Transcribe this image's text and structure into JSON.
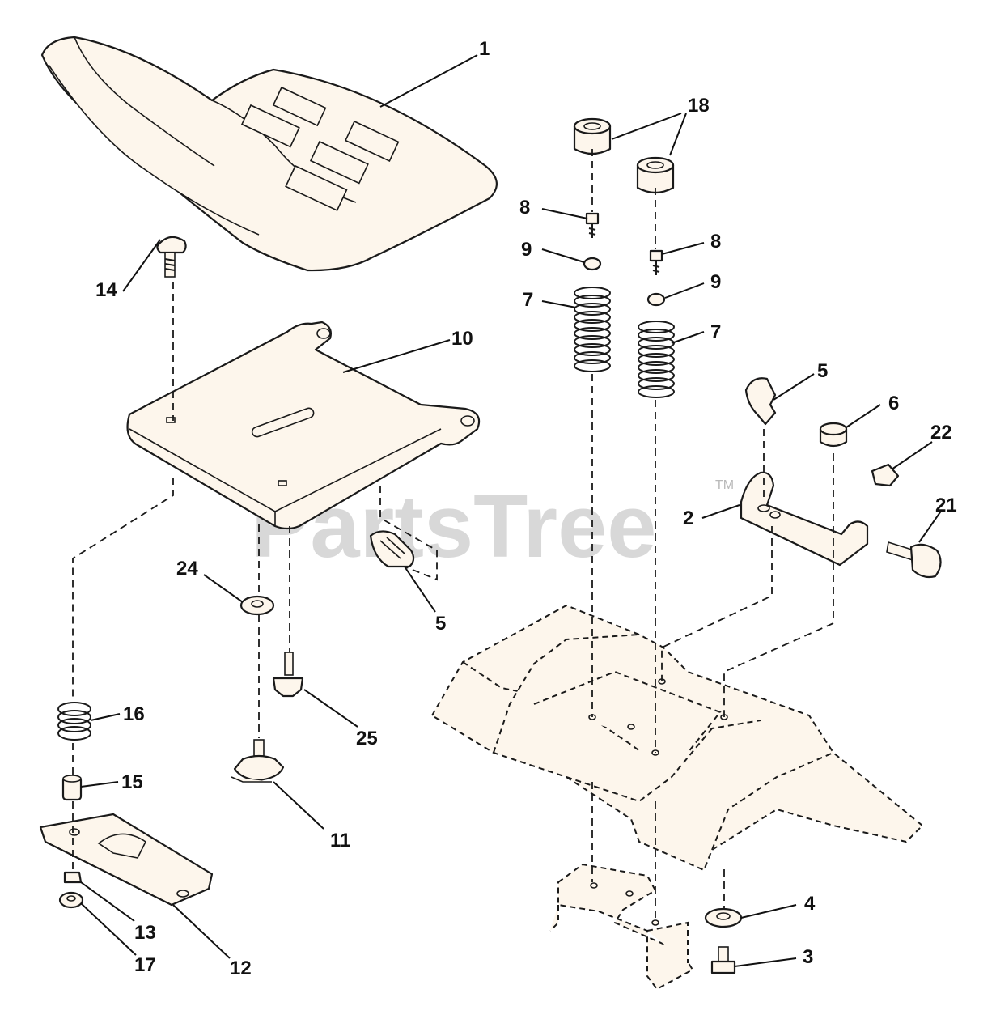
{
  "watermark": {
    "text": "PartsTree",
    "tm": "TM"
  },
  "callouts": {
    "c1": "1",
    "c18": "18",
    "c8a": "8",
    "c8b": "8",
    "c9a": "9",
    "c9b": "9",
    "c7a": "7",
    "c7b": "7",
    "c14": "14",
    "c10": "10",
    "c5a": "5",
    "c5b": "5",
    "c6": "6",
    "c22": "22",
    "c2": "2",
    "c21": "21",
    "c24": "24",
    "c16": "16",
    "c25": "25",
    "c15": "15",
    "c11": "11",
    "c13": "13",
    "c17": "17",
    "c12": "12",
    "c4": "4",
    "c3": "3"
  }
}
